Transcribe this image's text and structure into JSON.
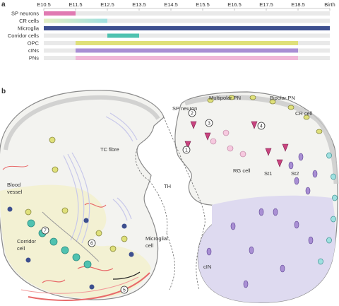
{
  "panel_a": {
    "letter": "a",
    "ticks": [
      "E10.5",
      "E11.5",
      "E12.5",
      "E13.5",
      "E14.5",
      "E15.5",
      "E16.5",
      "E17.5",
      "E18.5",
      "Birth"
    ],
    "rows": [
      {
        "label": "SP neurons",
        "start": "E10.5",
        "end": "E11.5",
        "color": "#e07ab2"
      },
      {
        "label": "CR cells",
        "start": "E10.5",
        "end": "E12.5",
        "color": "#cfe9c6",
        "gradient_to": "#9fe0e0"
      },
      {
        "label": "Microglia",
        "start": "E10.5",
        "end": "Birth",
        "color": "#3d4f8f"
      },
      {
        "label": "Corridor cells",
        "start": "E12.5",
        "end": "E13.5",
        "color": "#4fc2b0"
      },
      {
        "label": "OPC",
        "start": "E11.5",
        "end": "E18.5",
        "color": "#dfe07a"
      },
      {
        "label": "cINs",
        "start": "E11.5",
        "end": "E18.5",
        "color": "#a98fd4"
      },
      {
        "label": "PNs",
        "start": "E11.5",
        "end": "E18.5",
        "color": "#f0b8d8"
      }
    ]
  },
  "panel_b": {
    "letter": "b",
    "labels": {
      "tc_fibre": "TC fibre",
      "blood_vessel_1": "Blood",
      "blood_vessel_2": "vessel",
      "corridor_1": "Corridor",
      "corridor_2": "cell",
      "microglial_1": "Microglial",
      "microglial_2": "cell",
      "th": "TH",
      "sp_neuron": "SP neuron",
      "multipolar_pn": "Multipolar PN",
      "bipolar_pn": "Bipolar PN",
      "cr_cell": "CR cell",
      "rg_cell": "RG cell",
      "st1": "St1",
      "st2": "St2",
      "cin": "cIN"
    },
    "steps": [
      "1",
      "2",
      "3",
      "4",
      "5",
      "6",
      "7"
    ]
  }
}
